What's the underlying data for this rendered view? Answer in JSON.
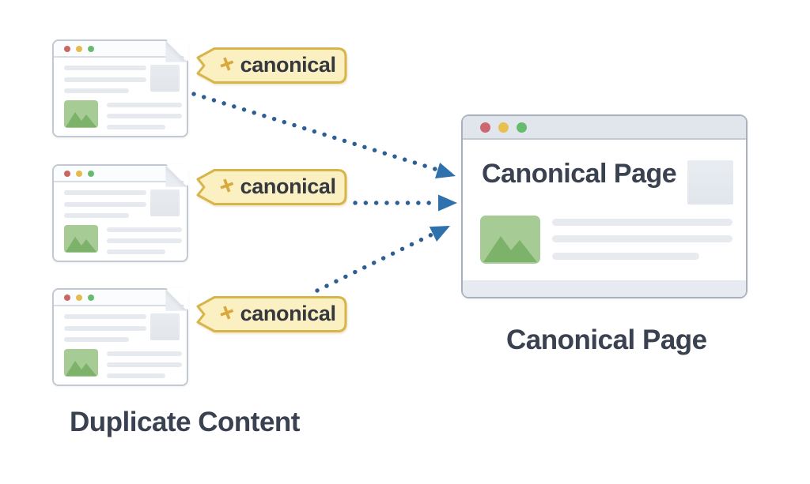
{
  "labels": {
    "duplicate_group": "Duplicate Content",
    "canonical_group": "Canonical Page"
  },
  "canonical_window": {
    "heading": "Canonical Page"
  },
  "duplicates": [
    {
      "tag": {
        "icon": "link-plus-icon",
        "label": "canonical"
      }
    },
    {
      "tag": {
        "icon": "link-plus-icon",
        "label": "canonical"
      }
    },
    {
      "tag": {
        "icon": "link-plus-icon",
        "label": "canonical"
      }
    }
  ],
  "icons": {
    "plus_glyph": "+"
  },
  "colors": {
    "arrow_dots": "#2e5f93",
    "arrow_head": "#2f71ad",
    "tag_bg": "#faf0c2",
    "tag_border": "#d8b54a",
    "tag_icon": "#d9a73c",
    "tag_text": "#35393f",
    "heading_text": "#3a4150",
    "traffic_red": "#cc6662",
    "traffic_yellow": "#e7ba4d",
    "traffic_green": "#66bb6e",
    "green_image": "#a6cb94",
    "green_mountains": "#7db26b",
    "window_border": "#c2c9d3",
    "big_header_bg": "#e1e5ec"
  }
}
